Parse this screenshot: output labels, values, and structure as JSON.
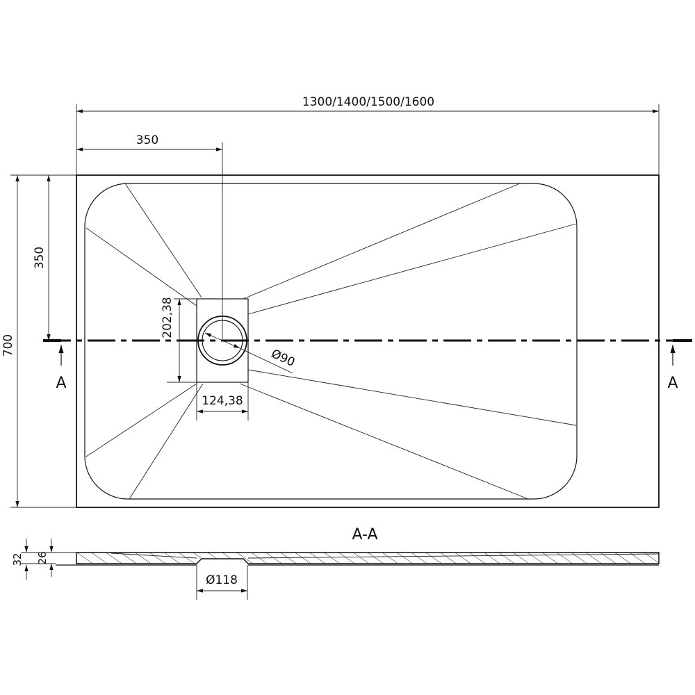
{
  "dimensions": {
    "total_length": "1300/1400/1500/1600",
    "drain_offset_x": "350",
    "width": "700",
    "drain_offset_y": "350",
    "drain_box_height": "202,38",
    "drain_box_width": "124,38",
    "drain_diameter": "Ø90",
    "section_total_height": "32",
    "section_edge_height": "26",
    "section_drain_diameter": "Ø118"
  },
  "section": {
    "marker_left": "A",
    "marker_right": "A",
    "title": "A-A"
  }
}
